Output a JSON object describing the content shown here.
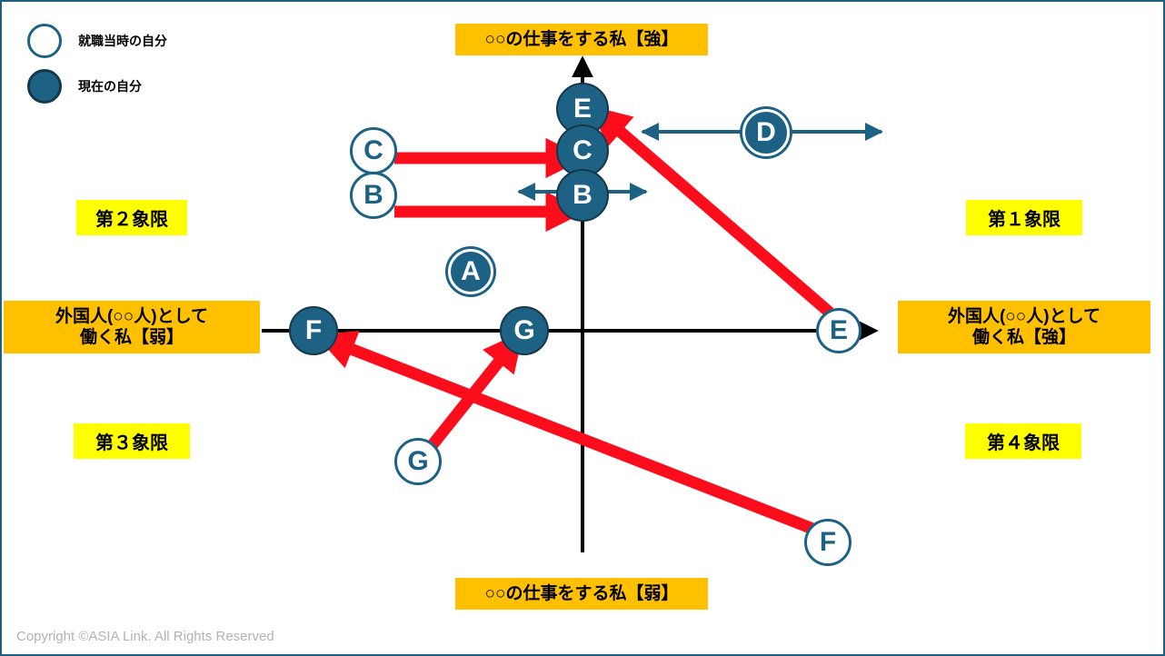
{
  "legend": {
    "items": [
      {
        "style": "open",
        "label": "就職当時の自分"
      },
      {
        "style": "filled",
        "label": "現在の自分"
      }
    ]
  },
  "axes": {
    "top": "○○の仕事をする私【強】",
    "bottom": "○○の仕事をする私【弱】",
    "left": "外国人(○○人)として\n働く私【弱】",
    "right": "外国人(○○人)として\n働く私【強】"
  },
  "quadrants": {
    "q1": "第１象限",
    "q2": "第２象限",
    "q3": "第３象限",
    "q4": "第４象限"
  },
  "nodes": {
    "e_top": "E",
    "c_now": "C",
    "b_now": "B",
    "c_before": "C",
    "b_before": "B",
    "d": "D",
    "a": "A",
    "f_axis": "F",
    "g_axis": "G",
    "e_right": "E",
    "g_before": "G",
    "f_before": "F"
  },
  "footer": "Copyright ©ASIA Link. All Rights Reserved",
  "colors": {
    "teal": "#1d6285",
    "teal_dark": "#14384a",
    "red": "#fc0d1c",
    "orange": "#ffc000",
    "yellow": "#ffff00",
    "axis": "#000000",
    "footer_gray": "#b3b3b3"
  },
  "chart_data": {
    "type": "scatter",
    "title": "キャリア自己イメージ 4象限マップ",
    "xlabel": "外国人(○○人)として働く私",
    "ylabel": "○○の仕事をする私",
    "xlim": [
      -1,
      1
    ],
    "ylim": [
      -1,
      1
    ],
    "grid": false,
    "legend": [
      "就職当時の自分",
      "現在の自分"
    ],
    "annotations": [
      "第１象限",
      "第２象限",
      "第３象限",
      "第４象限"
    ],
    "points": [
      {
        "label": "E",
        "state": "now",
        "x": 0.0,
        "y": 0.86
      },
      {
        "label": "C",
        "state": "now",
        "x": 0.0,
        "y": 0.69
      },
      {
        "label": "B",
        "state": "now",
        "x": 0.0,
        "y": 0.51
      },
      {
        "label": "C",
        "state": "before",
        "x": -0.43,
        "y": 0.69
      },
      {
        "label": "B",
        "state": "before",
        "x": -0.43,
        "y": 0.51
      },
      {
        "label": "D",
        "state": "both",
        "x": 0.42,
        "y": 0.78
      },
      {
        "label": "A",
        "state": "both",
        "x": -0.23,
        "y": 0.21
      },
      {
        "label": "F",
        "state": "now",
        "x": -0.56,
        "y": 0.0
      },
      {
        "label": "G",
        "state": "now",
        "x": -0.14,
        "y": 0.0
      },
      {
        "label": "E",
        "state": "before",
        "x": 0.8,
        "y": 0.0
      },
      {
        "label": "G",
        "state": "before",
        "x": -0.33,
        "y": -0.59
      },
      {
        "label": "F",
        "state": "before",
        "x": 0.74,
        "y": -0.88
      }
    ],
    "transitions": [
      {
        "label": "C",
        "from": [
          -0.43,
          0.69
        ],
        "to": [
          0.0,
          0.69
        ],
        "color": "#fc0d1c"
      },
      {
        "label": "B",
        "from": [
          -0.43,
          0.51
        ],
        "to": [
          0.0,
          0.51
        ],
        "color": "#fc0d1c"
      },
      {
        "label": "E",
        "from": [
          0.8,
          0.0
        ],
        "to": [
          0.0,
          0.86
        ],
        "color": "#fc0d1c"
      },
      {
        "label": "G",
        "from": [
          -0.33,
          -0.59
        ],
        "to": [
          -0.14,
          0.0
        ],
        "color": "#fc0d1c"
      },
      {
        "label": "F",
        "from": [
          0.74,
          -0.88
        ],
        "to": [
          -0.56,
          0.0
        ],
        "color": "#fc0d1c"
      }
    ],
    "ranges": [
      {
        "label": "D",
        "center": [
          0.42,
          0.78
        ],
        "color": "#1d6285"
      },
      {
        "label": "B",
        "center": [
          0.0,
          0.51
        ],
        "color": "#1d6285"
      }
    ]
  }
}
